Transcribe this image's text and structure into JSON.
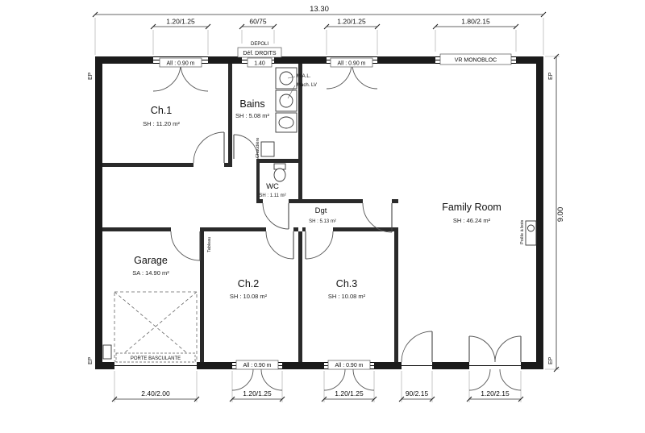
{
  "plan": {
    "overall_width": "13.30",
    "overall_height": "9.00"
  },
  "dims_top": [
    "1.20/1.25",
    "60/75",
    "1.20/1.25",
    "1.80/2.15"
  ],
  "dims_bottom": [
    "2.40/2.00",
    "1.20/1.25",
    "1.20/1.25",
    "90/2.15",
    "1.20/2.15"
  ],
  "rooms": [
    {
      "name": "Ch.1",
      "area": "SH : 11.20 m²"
    },
    {
      "name": "Bains",
      "area": "SH : 5.08 m²"
    },
    {
      "name": "WC",
      "area": "SH : 1.11 m²"
    },
    {
      "name": "Dgt",
      "area": "SH : 5.13 m²"
    },
    {
      "name": "Family Room",
      "area": "SH : 46.24 m²"
    },
    {
      "name": "Garage",
      "area": "SA : 14.90 m²"
    },
    {
      "name": "Ch.2",
      "area": "SH : 10.08 m²"
    },
    {
      "name": "Ch.3",
      "area": "SH : 10.08 m²"
    }
  ],
  "labels": {
    "window_sill": "All : 0.90 m",
    "vr_monobloc": "VR MONOBLOC",
    "depoli": "DEPOLI",
    "def_droits": "Déf. DROITS",
    "bains_sill": "1.40",
    "washing_machine": "M.A.L.",
    "dishwasher": "Mach. LV",
    "boiler": "Chaudière",
    "electrical_panel": "Tableau",
    "garage_door": "PORTE BASCULANTE",
    "rainwater_pipe": "EP",
    "stove": "Poêle à bois"
  }
}
